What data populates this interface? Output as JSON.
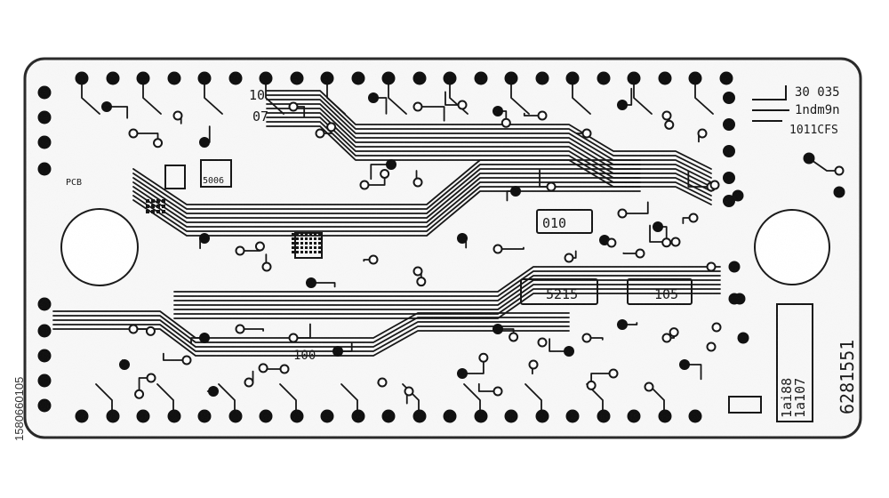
{
  "board": {
    "labels": {
      "top_left_code": "10",
      "top_left_code2": "07",
      "small_left": "PCB",
      "small_left2": "5006",
      "mid_chip1": "010",
      "mid_chip2": "5215",
      "mid_chip3": "105",
      "bottom_left": "100",
      "top_right_1": "30 035",
      "top_right_2": "1ndm9n",
      "top_right_3": "1011CFS",
      "right_box_1": "1a107",
      "right_box_2": "1ai88",
      "right_vertical": "6281551"
    }
  },
  "stock": {
    "side_id": "1580660105"
  },
  "colors": {
    "board_fill": "#f7f7f7",
    "board_edge": "#2a2a2a",
    "trace": "#161616",
    "pad": "#101010"
  }
}
